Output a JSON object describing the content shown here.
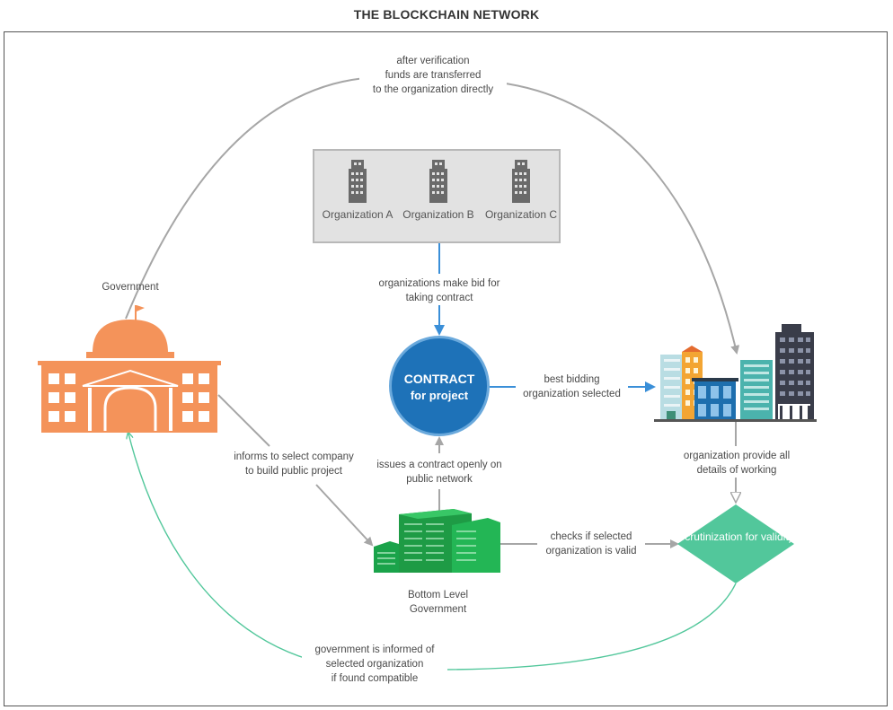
{
  "title": "THE BLOCKCHAIN NETWORK",
  "organizations": [
    {
      "name": "Organization A",
      "icon": "office-tower-icon"
    },
    {
      "name": "Organization B",
      "icon": "office-tower-icon"
    },
    {
      "name": "Organization C",
      "icon": "office-tower-icon"
    }
  ],
  "nodes": {
    "government": "Government",
    "contract_line1": "CONTRACT",
    "contract_line2": "for project",
    "bottom_gov": "Bottom Level\nGovernment",
    "scrutiny": "Scrutinization\nfor validity"
  },
  "edge_labels": {
    "funds": "after verification\nfunds are transferred\nto the organization directly",
    "bid": "organizations make bid for\ntaking contract",
    "best": "best bidding\norganization selected",
    "informs": "informs to select company\nto build public project",
    "issues": "issues a contract openly on\npublic network",
    "checks": "checks if selected\norganization is valid",
    "details": "organization provide all\ndetails of working",
    "informed": "government is informed of\nselected organization\nif found compatible"
  },
  "colors": {
    "gov_orange": "#f4935a",
    "contract_blue": "#1e72b8",
    "green_building": "#1aa34a",
    "scrutiny_green": "#52c79b",
    "arrow_gray": "#a6a6a6",
    "arrow_blue": "#3a8fd8",
    "teal_line": "#52c79b"
  }
}
